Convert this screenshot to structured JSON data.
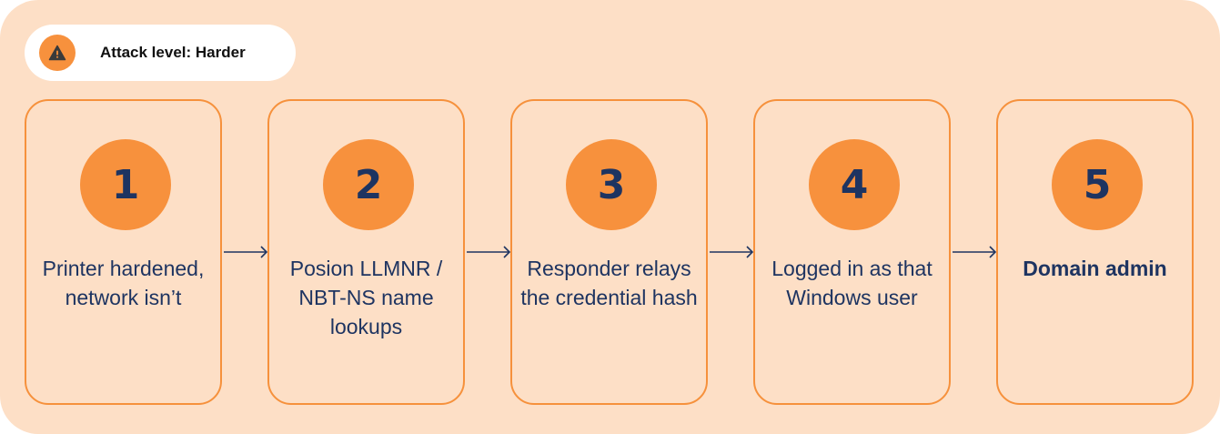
{
  "badge": {
    "label": "Attack level: Harder",
    "icon": "warning-icon",
    "icon_bg": "#f7913d"
  },
  "colors": {
    "panel_bg": "#fddfc6",
    "accent": "#f7913d",
    "text": "#1e3461"
  },
  "steps": [
    {
      "number": "1",
      "text": "Printer hardened, network isn’t",
      "emphasis": false
    },
    {
      "number": "2",
      "text": "Posion LLMNR / NBT-NS name lookups",
      "emphasis": false
    },
    {
      "number": "3",
      "text": "Responder relays the credential hash",
      "emphasis": false
    },
    {
      "number": "4",
      "text": "Logged in as that Windows user",
      "emphasis": false
    },
    {
      "number": "5",
      "text": "Domain admin",
      "emphasis": true
    }
  ]
}
